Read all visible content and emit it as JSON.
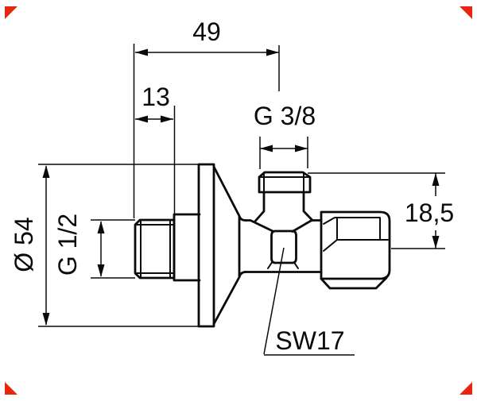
{
  "drawing": {
    "title": "angle-valve technical dimension drawing",
    "labels": {
      "overall_depth": "49",
      "inlet_thread_length": "13",
      "top_outlet_thread": "G 3/8",
      "outlet_height": "18,5",
      "rosette_diameter": "Ø 54",
      "inlet_thread": "G 1/2",
      "wrench_size": "SW17"
    },
    "colors": {
      "line": "#0a0a0a",
      "background": "#ffffff",
      "corner_marker_red": "#e8250f"
    },
    "corner_markers": [
      "top-left",
      "top-right",
      "bottom-left",
      "bottom-right"
    ]
  }
}
